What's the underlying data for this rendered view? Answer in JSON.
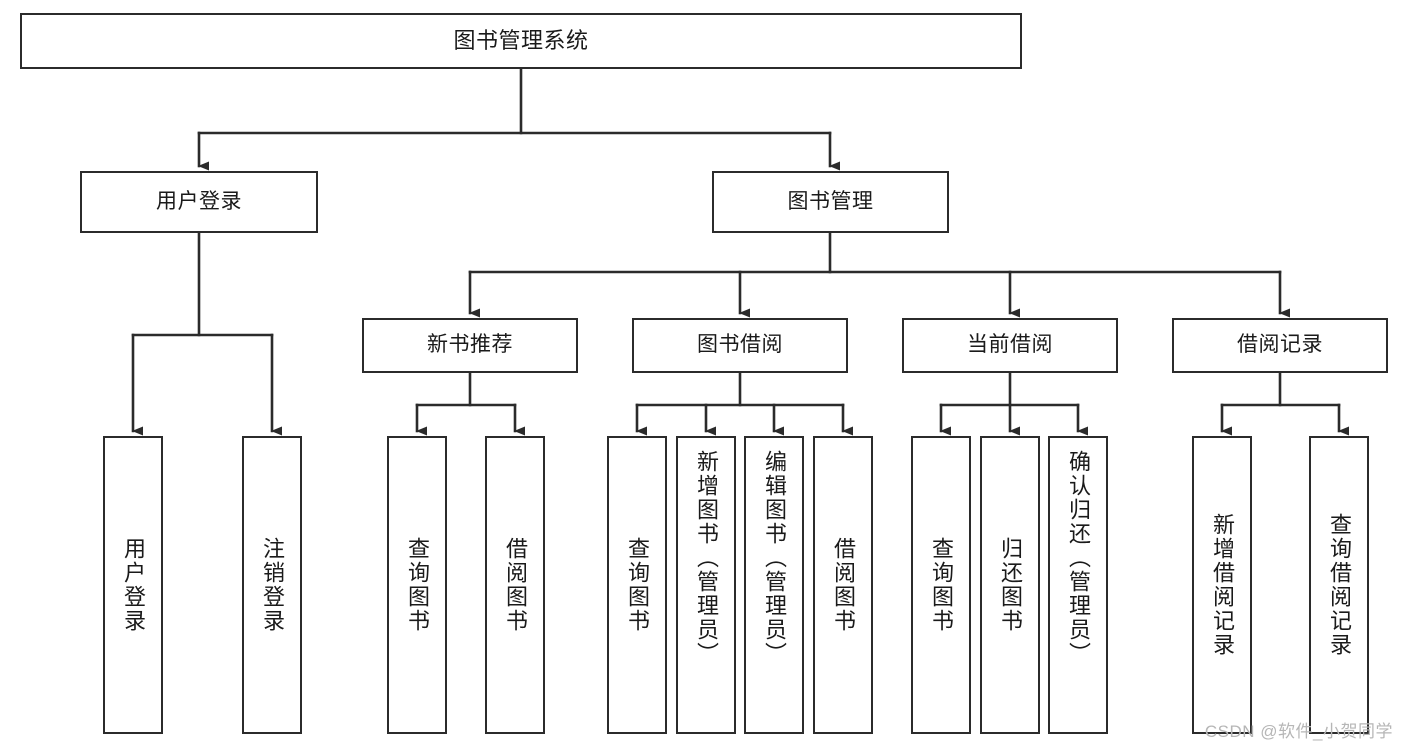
{
  "diagram": {
    "title": "图书管理系统",
    "type": "hierarchy-tree",
    "colors": {
      "box_border": "#2b2b2b",
      "box_fill": "#ffffff",
      "edge": "#2b2b2b",
      "text": "#1a1a1a",
      "watermark": "#b6b6b6",
      "background": "#ffffff"
    },
    "watermark": "CSDN @软件_小贺同学",
    "levels": {
      "level1": [
        "图书管理系统"
      ],
      "level2": [
        "用户登录",
        "图书管理"
      ],
      "level3": [
        "新书推荐",
        "图书借阅",
        "当前借阅",
        "借阅记录"
      ],
      "level4": [
        "用户登录",
        "注销登录",
        "查询图书",
        "借阅图书",
        "查询图书",
        "新增图书（管理员）",
        "编辑图书（管理员）",
        "借阅图书",
        "查询图书",
        "归还图书",
        "确认归还（管理员）",
        "新增借阅记录",
        "查询借阅记录"
      ]
    },
    "nodes": {
      "root": {
        "label": "图书管理系统"
      },
      "user_login": {
        "label": "用户登录"
      },
      "book_manage": {
        "label": "图书管理"
      },
      "new_book_rec": {
        "label": "新书推荐"
      },
      "book_borrow": {
        "label": "图书借阅"
      },
      "current_borrow": {
        "label": "当前借阅"
      },
      "borrow_record": {
        "label": "借阅记录"
      },
      "leaf_user_login": {
        "label": "用户登录"
      },
      "leaf_logout": {
        "label": "注销登录"
      },
      "leaf_query_book_1": {
        "label": "查询图书"
      },
      "leaf_borrow_book_1": {
        "label": "借阅图书"
      },
      "leaf_query_book_2": {
        "label": "查询图书"
      },
      "leaf_add_book": {
        "label": "新增图书（管理员）"
      },
      "leaf_edit_book": {
        "label": "编辑图书（管理员）"
      },
      "leaf_borrow_book_2": {
        "label": "借阅图书"
      },
      "leaf_query_book_3": {
        "label": "查询图书"
      },
      "leaf_return_book": {
        "label": "归还图书"
      },
      "leaf_confirm_return": {
        "label": "确认归还（管理员）"
      },
      "leaf_add_record": {
        "label": "新增借阅记录"
      },
      "leaf_query_record": {
        "label": "查询借阅记录"
      }
    },
    "edges": [
      {
        "from": "root",
        "to": "user_login"
      },
      {
        "from": "root",
        "to": "book_manage"
      },
      {
        "from": "user_login",
        "to": "leaf_user_login"
      },
      {
        "from": "user_login",
        "to": "leaf_logout"
      },
      {
        "from": "book_manage",
        "to": "new_book_rec"
      },
      {
        "from": "book_manage",
        "to": "book_borrow"
      },
      {
        "from": "book_manage",
        "to": "current_borrow"
      },
      {
        "from": "book_manage",
        "to": "borrow_record"
      },
      {
        "from": "new_book_rec",
        "to": "leaf_query_book_1"
      },
      {
        "from": "new_book_rec",
        "to": "leaf_borrow_book_1"
      },
      {
        "from": "book_borrow",
        "to": "leaf_query_book_2"
      },
      {
        "from": "book_borrow",
        "to": "leaf_add_book"
      },
      {
        "from": "book_borrow",
        "to": "leaf_edit_book"
      },
      {
        "from": "book_borrow",
        "to": "leaf_borrow_book_2"
      },
      {
        "from": "current_borrow",
        "to": "leaf_query_book_3"
      },
      {
        "from": "current_borrow",
        "to": "leaf_return_book"
      },
      {
        "from": "current_borrow",
        "to": "leaf_confirm_return"
      },
      {
        "from": "borrow_record",
        "to": "leaf_add_record"
      },
      {
        "from": "borrow_record",
        "to": "leaf_query_record"
      }
    ]
  }
}
